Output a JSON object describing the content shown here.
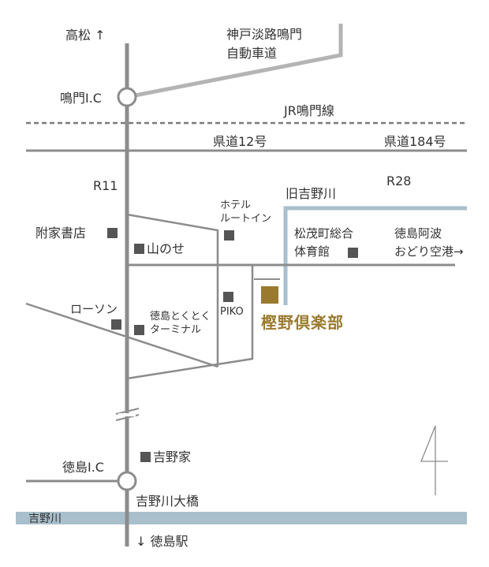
{
  "colors": {
    "road": "#8c8c8c",
    "expressway": "#b4b4b4",
    "rail": "#7a7a7a",
    "river": "#a9bfcc",
    "landmark": "#555555",
    "destination": "#9a7a2e",
    "text": "#333333"
  },
  "labels": {
    "takamatsu": "高松",
    "expressway": [
      "神戸淡路鳴門",
      "自動車道"
    ],
    "naruto_ic": "鳴門I.C",
    "jr_line": "JR鳴門線",
    "pref_road_12": "県道12号",
    "pref_road_184": "県道184号",
    "r11": "R11",
    "r28": "R28",
    "old_yoshino_river": "旧吉野川",
    "tokushima_ic": "徳島I.C",
    "yoshino_river_bridge": "吉野川大橋",
    "yoshino_river": "吉野川",
    "tokushima_station": "徳島駅"
  },
  "landmarks": {
    "fuke_bookstore": "附家書店",
    "yamanose": "山のせ",
    "hotel_route_inn": [
      "ホテル",
      "ルートイン"
    ],
    "matsushige_gym": [
      "松茂町総合",
      "体育館"
    ],
    "tokushima_awaodori_airport": [
      "徳島阿波",
      "おどり空港"
    ],
    "piko": "PIKO",
    "lawson": "ローソン",
    "tokushima_tokutoku_terminal": [
      "徳島とくとく",
      "ターミナル"
    ],
    "yoshinoya": "吉野家"
  },
  "destination": "樫野倶楽部",
  "arrows": {
    "up": "↑",
    "down": "↓",
    "right": "→"
  },
  "compass": {
    "north": "4"
  }
}
